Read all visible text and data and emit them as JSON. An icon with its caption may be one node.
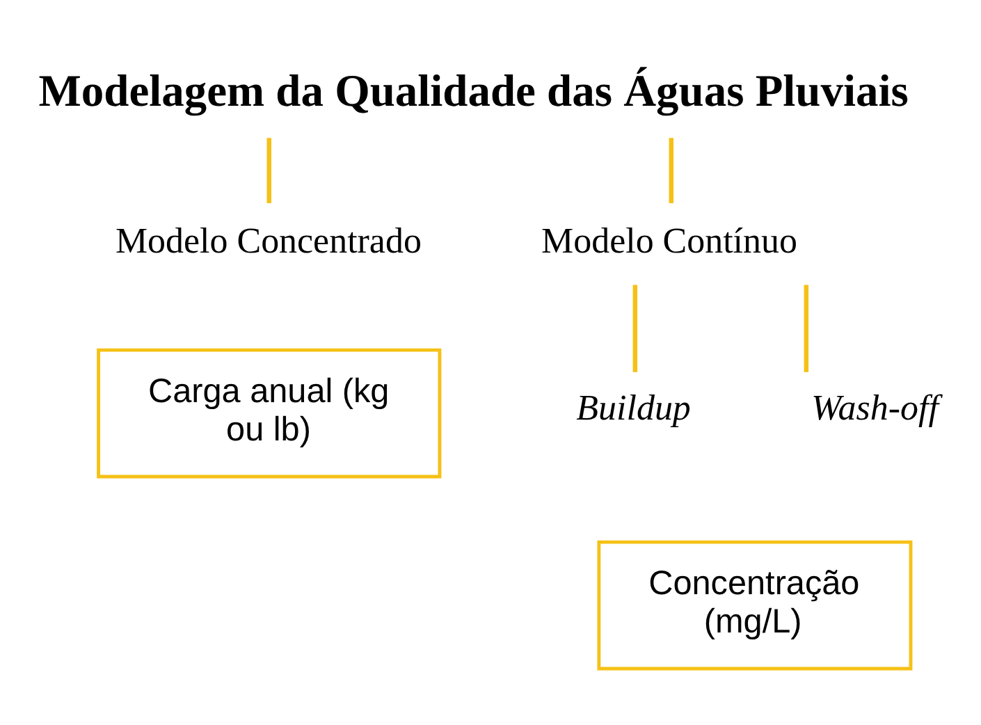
{
  "diagram": {
    "nodes": [
      {
        "text": [
          "Modelagem da Qualidade das Águas Pluviais"
        ]
      },
      {
        "text": [
          "Modelo Concentrado"
        ]
      },
      {
        "text": [
          "Modelo Contínuo"
        ]
      },
      {
        "text": [
          "Carga anual (kg ou lb)"
        ]
      },
      {
        "text": [
          "Buildup"
        ]
      },
      {
        "text": [
          "Wash-off"
        ]
      },
      {
        "text": [
          "Concentração (mg/L)"
        ]
      }
    ],
    "edges": [
      {
        "from": 0,
        "to": 1,
        "arrow": "none"
      },
      {
        "from": 0,
        "to": 2,
        "arrow": "none"
      },
      {
        "from": 2,
        "to": 4,
        "arrow": "none"
      },
      {
        "from": 2,
        "to": 5,
        "arrow": "none"
      }
    ]
  }
}
